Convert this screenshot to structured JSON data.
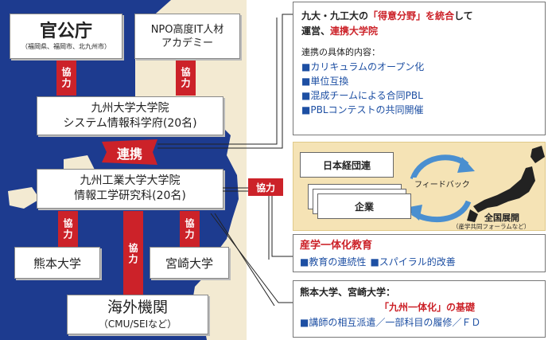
{
  "colors": {
    "navy": "#1d3b8f",
    "red": "#cc2229",
    "blue": "#1d4fa3",
    "land": "#f3ead2",
    "beige": "#f5e3b5",
    "orange": "#e8b22e"
  },
  "nodes": {
    "gov": {
      "title": "官公庁",
      "sub": "（福岡県、福岡市、北九州市）"
    },
    "npo": {
      "line1": "NPO高度IT人材",
      "line2": "アカデミー"
    },
    "kyudai": {
      "line1": "九州大学大学院",
      "line2": "システム情報科学府(20名)"
    },
    "kyukodai": {
      "line1": "九州工業大学大学院",
      "line2": "情報工学研究科(20名)"
    },
    "kumamoto": {
      "label": "熊本大学"
    },
    "miyazaki": {
      "label": "宮崎大学"
    },
    "overseas": {
      "line1": "海外機関",
      "line2": "（CMU/SEIなど）"
    }
  },
  "tags": {
    "kyoryoku": "協力",
    "renkei": "連携"
  },
  "panel1": {
    "pre": "九大・九工大の",
    "highlight": "「得意分野」を統合",
    "post": "して",
    "line2_pre": "運営、",
    "line2_red": "連携大学院",
    "subhead": "連携の具体的内容：",
    "items": [
      "カリキュラムのオープン化",
      "単位互換",
      "混成チームによる合同PBL",
      "PBLコンテストの共同開催"
    ]
  },
  "industry": {
    "keidanren": "日本経団連",
    "kigyo": "企業",
    "feedback": "フィードバック",
    "national": "全国展開",
    "national_sub": "（産学共同フォーラムなど）"
  },
  "panel2": {
    "title": "産学一体化教育",
    "items": [
      "教育の連続性",
      "スパイラル的改善"
    ]
  },
  "panel3": {
    "line1": "熊本大学、宮崎大学：",
    "red": "「九州一体化」の基礎",
    "items": [
      "講師の相互派遣／一部科目の履修／ＦＤ"
    ]
  }
}
